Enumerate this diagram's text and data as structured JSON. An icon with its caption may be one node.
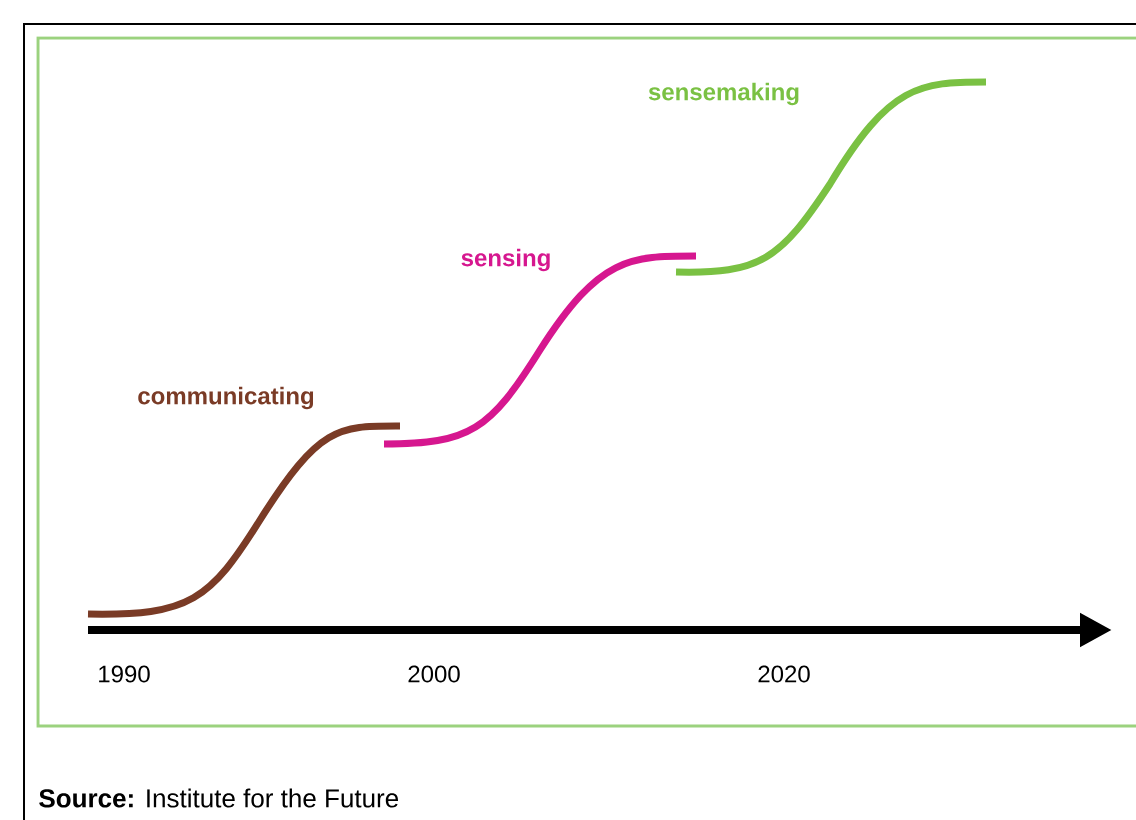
{
  "diagram": {
    "caption": "**Source:** Institute for the Future",
    "labels": [
      "sensemaking",
      "sensing",
      "communicating",
      "1990",
      "2000",
      "2020"
    ]
  }
}
